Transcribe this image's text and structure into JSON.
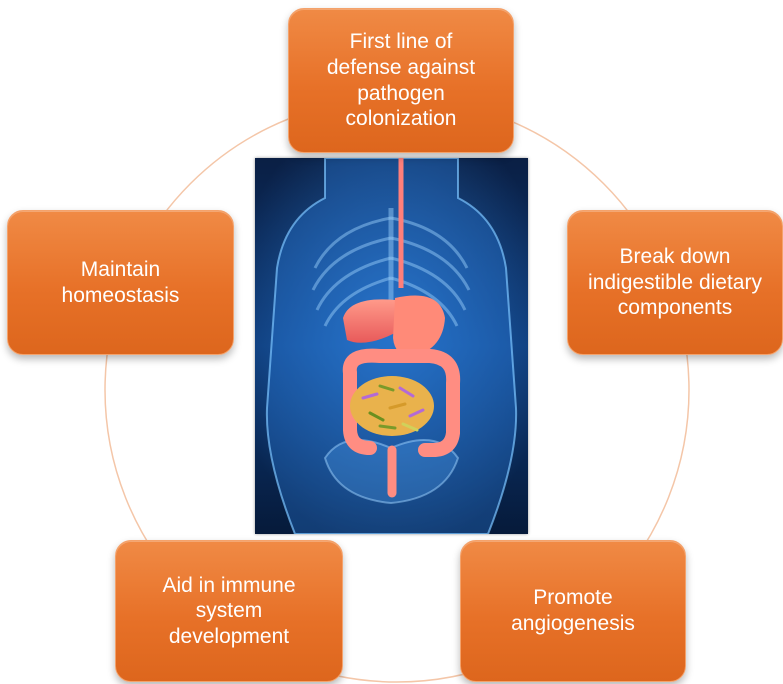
{
  "diagram": {
    "center_image": "human-anatomy-digestive-system-illustration",
    "ring_color": "#f4c6a8",
    "node_color": "#e77128",
    "nodes": [
      {
        "id": "top",
        "label": "First line of\ndefense against\npathogen\ncolonization"
      },
      {
        "id": "right",
        "label": "Break down\nindigestible dietary\ncomponents"
      },
      {
        "id": "bottom-right",
        "label": "Promote\nangiogenesis"
      },
      {
        "id": "bottom-left",
        "label": "Aid in immune\nsystem\ndevelopment"
      },
      {
        "id": "left",
        "label": "Maintain\nhomeostasis"
      }
    ]
  }
}
